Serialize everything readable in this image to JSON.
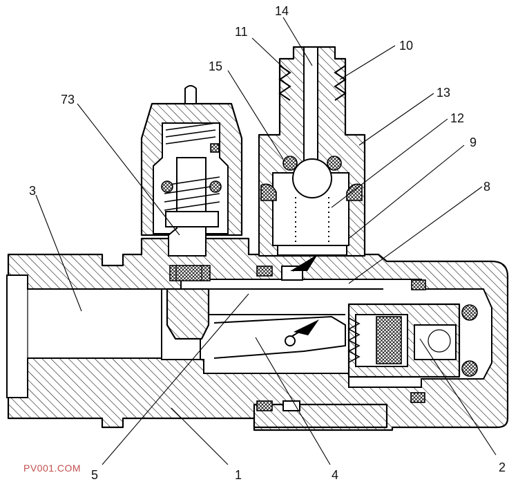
{
  "callouts": {
    "n14": "14",
    "n11": "11",
    "n10": "10",
    "n15": "15",
    "n13": "13",
    "n73": "73",
    "n12": "12",
    "n9": "9",
    "n8": "8",
    "n3": "3",
    "n2": "2",
    "n5": "5",
    "n1": "1",
    "n4": "4"
  },
  "watermark": "PV001.COM"
}
